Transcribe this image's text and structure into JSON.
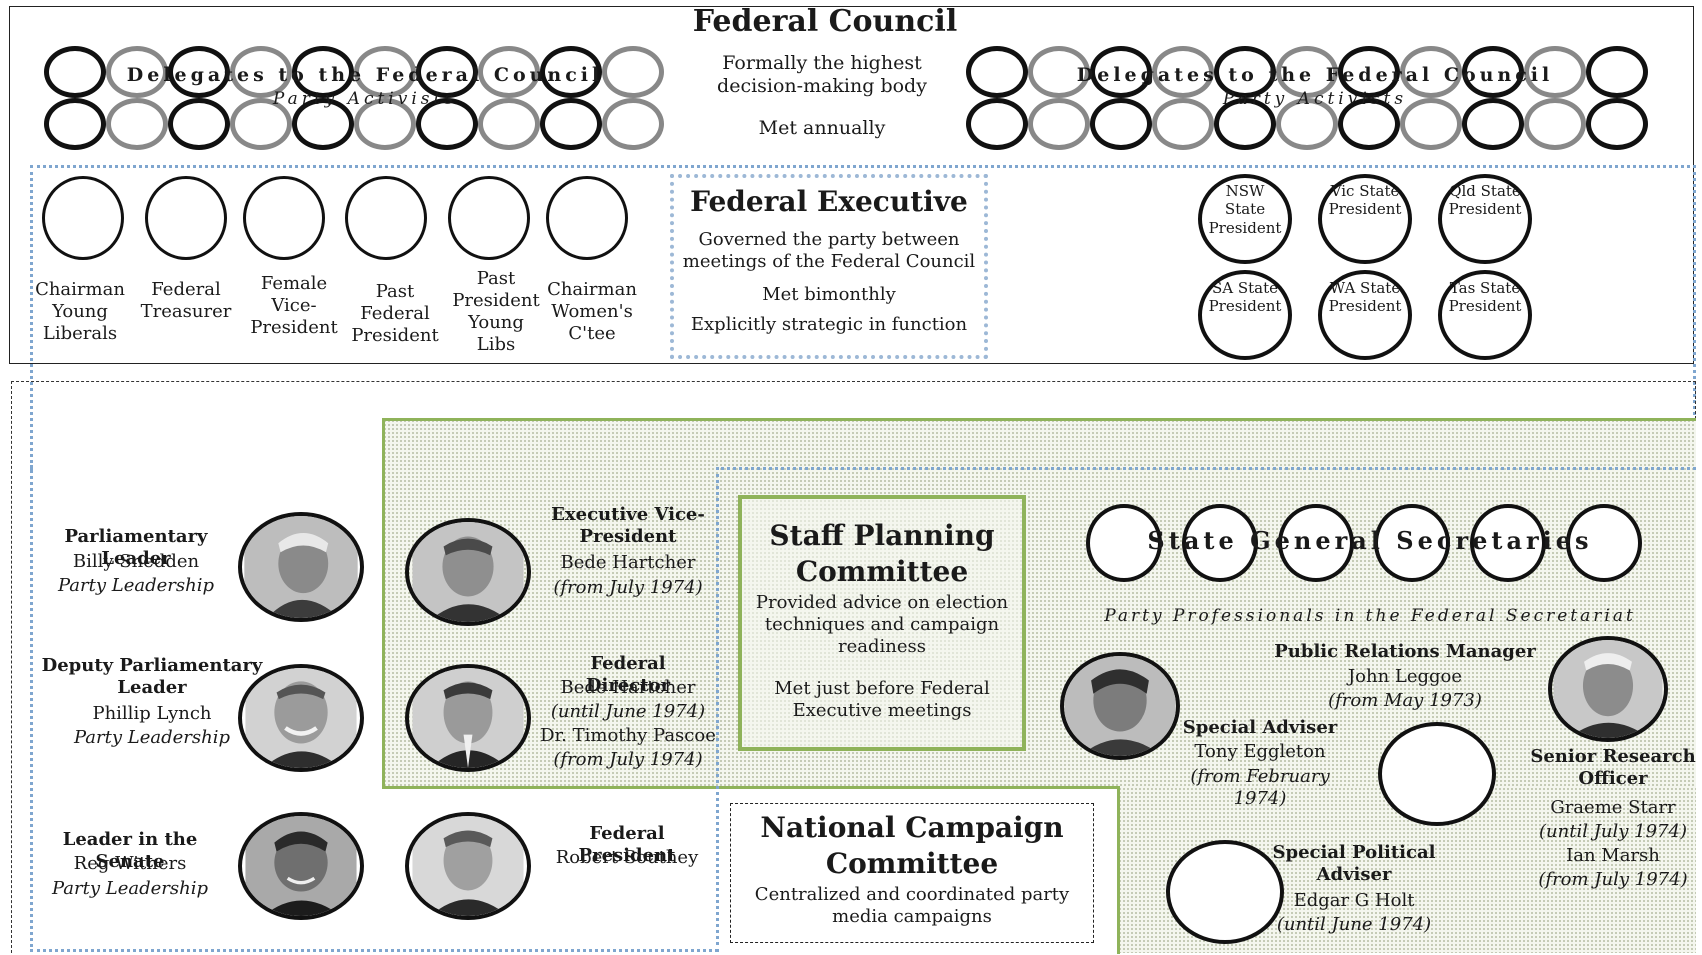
{
  "council": {
    "title": "Federal Council",
    "desc1": "Formally the highest decision-making body",
    "desc2": "Met annually",
    "delegates_left": "Delegates to the Federal Council",
    "activists_left": "Party Activists",
    "delegates_right": "Delegates to the Federal Council",
    "activists_right": "Party Activists"
  },
  "exec_members": [
    "Chairman Young Liberals",
    "Federal Treasurer",
    "Female Vice-President",
    "Past Federal President",
    "Past President Young Libs",
    "Chairman Women's C'tee"
  ],
  "executive": {
    "title": "Federal Executive",
    "desc1": "Governed the party between meetings of the Federal Council",
    "desc2": "Met bimonthly",
    "desc3": "Explicitly strategic in function"
  },
  "state_presidents": [
    "NSW State President",
    "Vic State President",
    "Qld State President",
    "SA State President",
    "WA State President",
    "Tas State President"
  ],
  "leaders": [
    {
      "role": "Parliamentary Leader",
      "name": "Billy Snedden",
      "note": "Party Leadership"
    },
    {
      "role": "Deputy Parliamentary Leader",
      "name": "Phillip Lynch",
      "note": "Party Leadership"
    },
    {
      "role": "Leader in the Senate",
      "name": "Reg Withers",
      "note": "Party Leadership"
    }
  ],
  "officials": {
    "evp_role": "Executive Vice-President",
    "evp_name": "Bede Hartcher",
    "evp_note": "(from July 1974)",
    "fd_role": "Federal Director",
    "fd_name1": "Bede Hartcher",
    "fd_note1": "(until June 1974)",
    "fd_name2": "Dr. Timothy Pascoe",
    "fd_note2": "(from July 1974)",
    "fp_role": "Federal President",
    "fp_name": "Robert Southey"
  },
  "staff_planning": {
    "title": "Staff Planning Committee",
    "desc1": "Provided advice on election techniques and campaign readiness",
    "desc2": "Met just before Federal Executive meetings"
  },
  "national_campaign": {
    "title": "National Campaign Committee",
    "desc": "Centralized and coordinated party media campaigns"
  },
  "secretariat": {
    "sgs": "State General Secretaries",
    "professionals": "Party Professionals in the Federal Secretariat",
    "prm_role": "Public Relations Manager",
    "prm_name": "John Leggoe",
    "prm_note": "(from May 1973)",
    "sa_role": "Special Adviser",
    "sa_name": "Tony Eggleton",
    "sa_note": "(from February 1974)",
    "spa_role": "Special Political Adviser",
    "spa_name": "Edgar G Holt",
    "spa_note": "(until June 1974)",
    "sro_role": "Senior Research Officer",
    "sro_name1": "Graeme Starr",
    "sro_note1": "(until July 1974)",
    "sro_name2": "Ian Marsh",
    "sro_note2": "(from July 1974)"
  },
  "colors": {
    "green_border": "#8fb35a",
    "blue_dotted": "#7fa6cf",
    "ring_dark": "#111111",
    "ring_light": "#888888"
  }
}
